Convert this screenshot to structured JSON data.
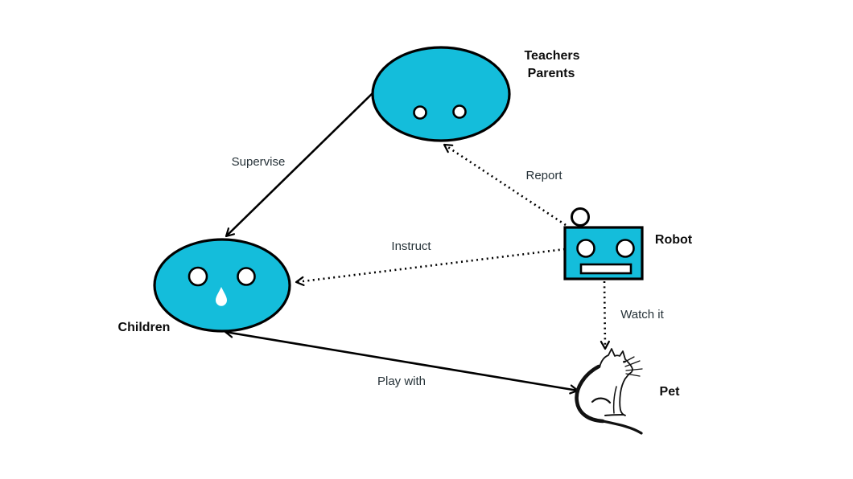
{
  "colors": {
    "node_fill": "#14bddb",
    "outline": "#000000",
    "edge_label": "#263238",
    "node_label": "#0d0d0d",
    "background": "#ffffff"
  },
  "nodes": {
    "teachers_parents": {
      "line1": "Teachers",
      "line2": "Parents",
      "shape": "ellipse-face"
    },
    "children": {
      "label": "Children",
      "shape": "ellipse-face-with-teardrop"
    },
    "robot": {
      "label": "Robot",
      "shape": "robot-head"
    },
    "pet": {
      "label": "Pet",
      "shape": "cat-line-art"
    }
  },
  "edges": {
    "supervise": {
      "label": "Supervise",
      "from": "teachers_parents",
      "to": "children",
      "line": "solid",
      "arrow": "single"
    },
    "report": {
      "label": "Report",
      "from": "robot",
      "to": "teachers_parents",
      "line": "dotted",
      "arrow": "single"
    },
    "instruct": {
      "label": "Instruct",
      "from": "robot",
      "to": "children",
      "line": "dotted",
      "arrow": "single"
    },
    "watch_it": {
      "label": "Watch it",
      "from": "robot",
      "to": "pet",
      "line": "dotted",
      "arrow": "single"
    },
    "play_with": {
      "label": "Play with",
      "from": "children",
      "to": "pet",
      "line": "solid",
      "arrow": "double"
    }
  }
}
